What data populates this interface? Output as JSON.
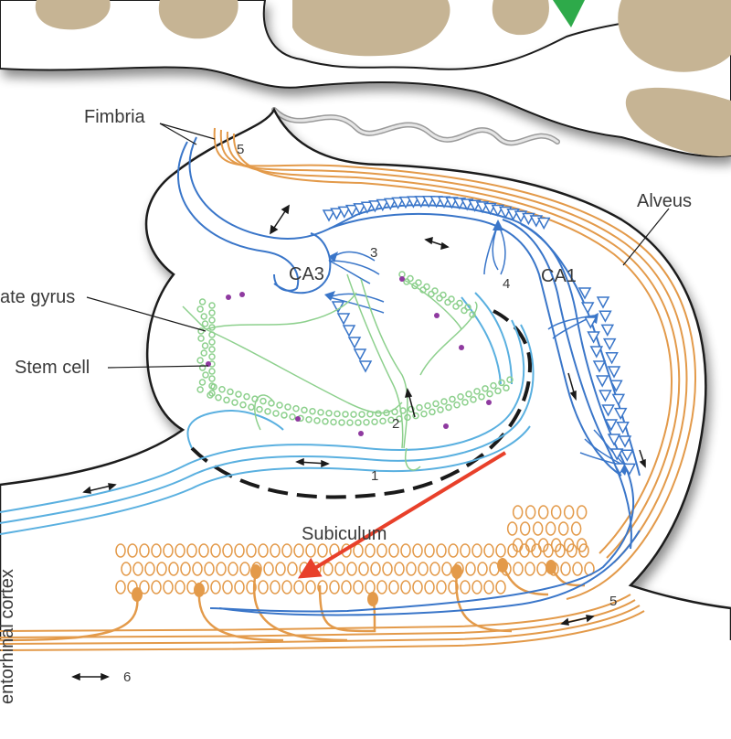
{
  "labels": {
    "fimbria": "Fimbria",
    "alveus": "Alveus",
    "ca3": "CA3",
    "ca1": "CA1",
    "dentate_gyrus": "ate gyrus",
    "stem_cell": "Stem cell",
    "subiculum": "Subiculum",
    "entorhinal_cortex": "entorhinal cortex"
  },
  "numbers": {
    "n1": "1",
    "n2": "2",
    "n3": "3",
    "n4": "4",
    "n5_top": "5",
    "n5_bottom": "5",
    "n6": "6"
  },
  "colors": {
    "blue_pathway": "#3a76c9",
    "light_blue_pathway": "#5ab0e0",
    "orange_pathway": "#e39a4a",
    "green_dentate": "#8dd08d",
    "tissue_tan": "#c6b494",
    "annotation_arrow": "#e8402a",
    "outline": "#1a1a1a"
  }
}
